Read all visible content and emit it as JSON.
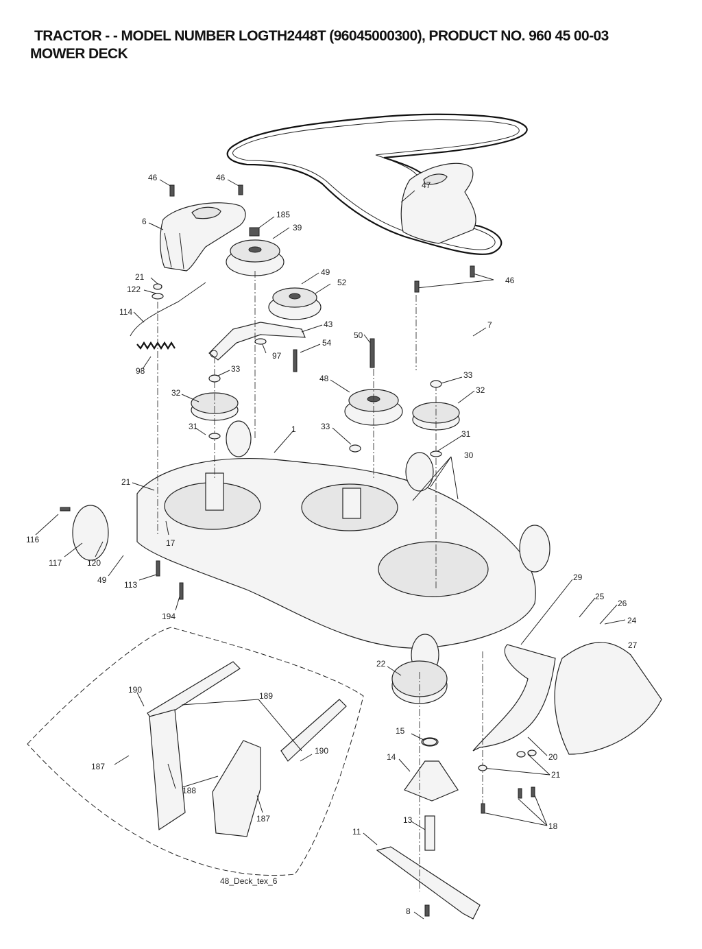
{
  "header": {
    "title_line1": "TRACTOR - - MODEL NUMBER LOGTH2448T (96045000300), PRODUCT NO. 960 45 00-03",
    "title_line2": "MOWER DECK"
  },
  "diagram": {
    "footer_code": "48_Deck_tex_6",
    "callouts": {
      "c46a": "46",
      "c46b": "46",
      "c46c": "46",
      "c47": "47",
      "c6": "6",
      "c185": "185",
      "c39": "39",
      "c21a": "21",
      "c122": "122",
      "c49a": "49",
      "c52": "52",
      "c114": "114",
      "c43": "43",
      "c7": "7",
      "c50": "50",
      "c54": "54",
      "c97": "97",
      "c98": "98",
      "c33a": "33",
      "c33b": "33",
      "c48": "48",
      "c32a": "32",
      "c32b": "32",
      "c31a": "31",
      "c33c": "33",
      "c1": "1",
      "c31b": "31",
      "c30": "30",
      "c21b": "21",
      "c116": "116",
      "c17": "17",
      "c117": "117",
      "c120": "120",
      "c49b": "49",
      "c113": "113",
      "c194": "194",
      "c29": "29",
      "c25": "25",
      "c26": "26",
      "c24": "24",
      "c27": "27",
      "c22": "22",
      "c190a": "190",
      "c189": "189",
      "c15": "15",
      "c190b": "190",
      "c187a": "187",
      "c14": "14",
      "c20": "20",
      "c21c": "21",
      "c188": "188",
      "c187b": "187",
      "c18": "18",
      "c13": "13",
      "c11": "11",
      "c8": "8"
    }
  }
}
